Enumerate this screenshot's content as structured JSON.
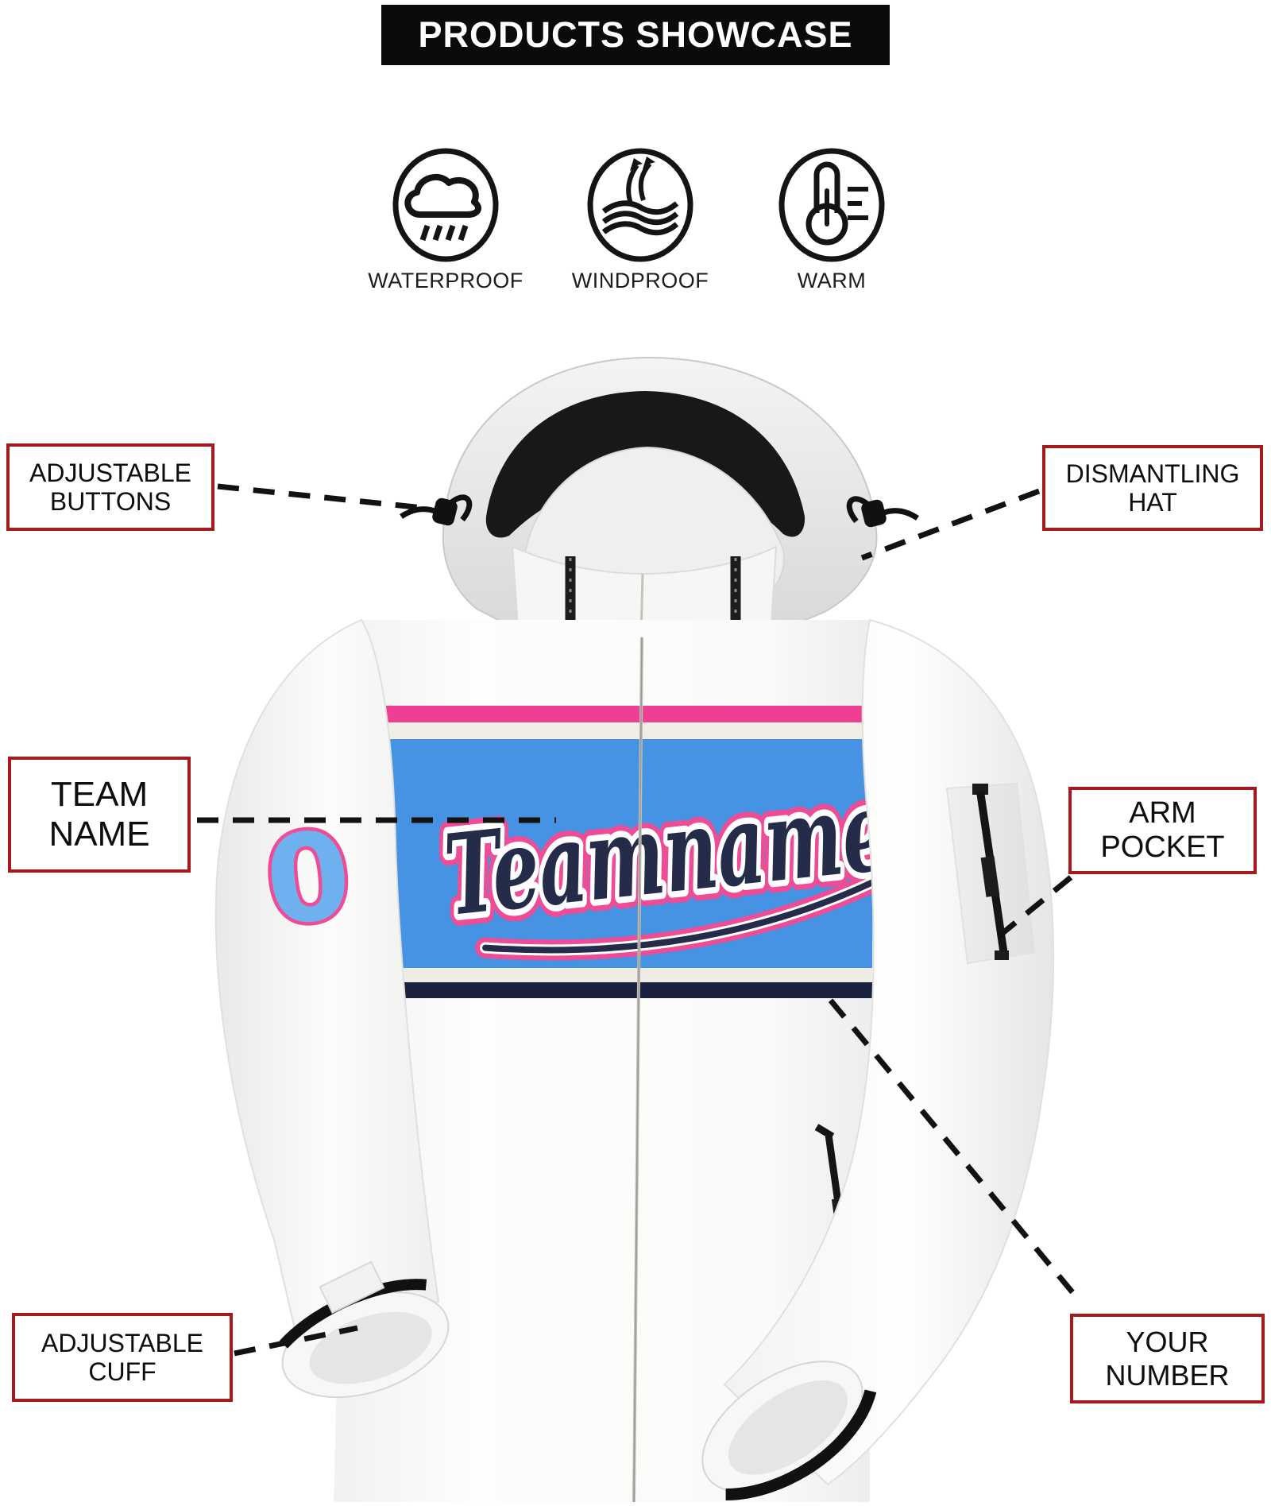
{
  "banner": {
    "title": "PRODUCTS SHOWCASE"
  },
  "features": [
    {
      "icon": "waterproof-icon",
      "label": "WATERPROOF"
    },
    {
      "icon": "windproof-icon",
      "label": "WINDPROOF"
    },
    {
      "icon": "warm-icon",
      "label": "WARM"
    }
  ],
  "callouts": {
    "adjustable_buttons": "ADJUSTABLE BUTTONS",
    "dismantling_hat": "DISMANTLING HAT",
    "team_name": "TEAM NAME",
    "arm_pocket": "ARM POCKET",
    "adjustable_cuff": "ADJUSTABLE CUFF",
    "your_number": "YOUR NUMBER"
  },
  "jacket": {
    "team_name_text": "Teamname",
    "sleeve_number": "0",
    "colors": {
      "body_white": "#ffffff",
      "band_blue": "#4593e2",
      "stripe_pink": "#ee3f92",
      "stripe_cream": "#f1eee8",
      "stripe_navy": "#1a2240",
      "script_navy": "#242c4a",
      "script_outline_white": "#ffffff",
      "script_outline_pink": "#ee4d96",
      "number_blue": "#6fb1ee",
      "number_outline_pink": "#ee4d96",
      "label_border_red": "#a6191c",
      "hood_mesh_black": "#181818"
    }
  }
}
